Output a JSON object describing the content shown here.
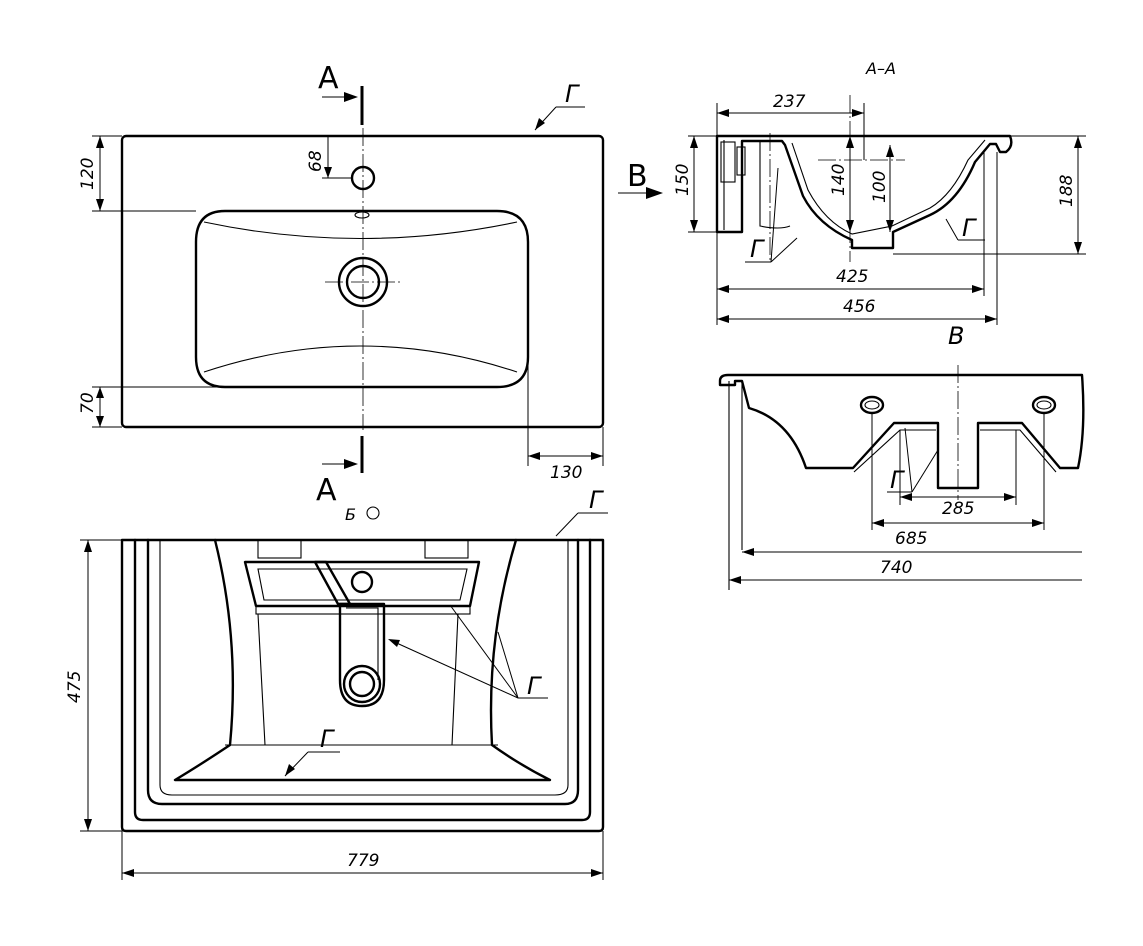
{
  "top_view": {
    "dimensions": {
      "top_margin": "120",
      "tap_hole_offset": "68",
      "bottom_margin": "70",
      "side_offset": "130"
    },
    "section_marker": "А",
    "view_marker": "В",
    "surface_label": "Г"
  },
  "section_view": {
    "title": "А–А",
    "dimensions": {
      "offset": "237",
      "overall_height": "150",
      "inner_depth_1": "140",
      "inner_depth_2": "100",
      "total_height": "188",
      "bowl_width": "425",
      "overall_width": "456"
    },
    "surface_label": "Г"
  },
  "side_view": {
    "title": "В",
    "dimensions": {
      "outlet_width": "285",
      "hole_spacing": "685",
      "overall_length": "740"
    },
    "surface_label": "Г"
  },
  "bottom_view": {
    "title": "Б",
    "dimensions": {
      "depth": "475",
      "width": "779"
    },
    "surface_label": "Г"
  }
}
